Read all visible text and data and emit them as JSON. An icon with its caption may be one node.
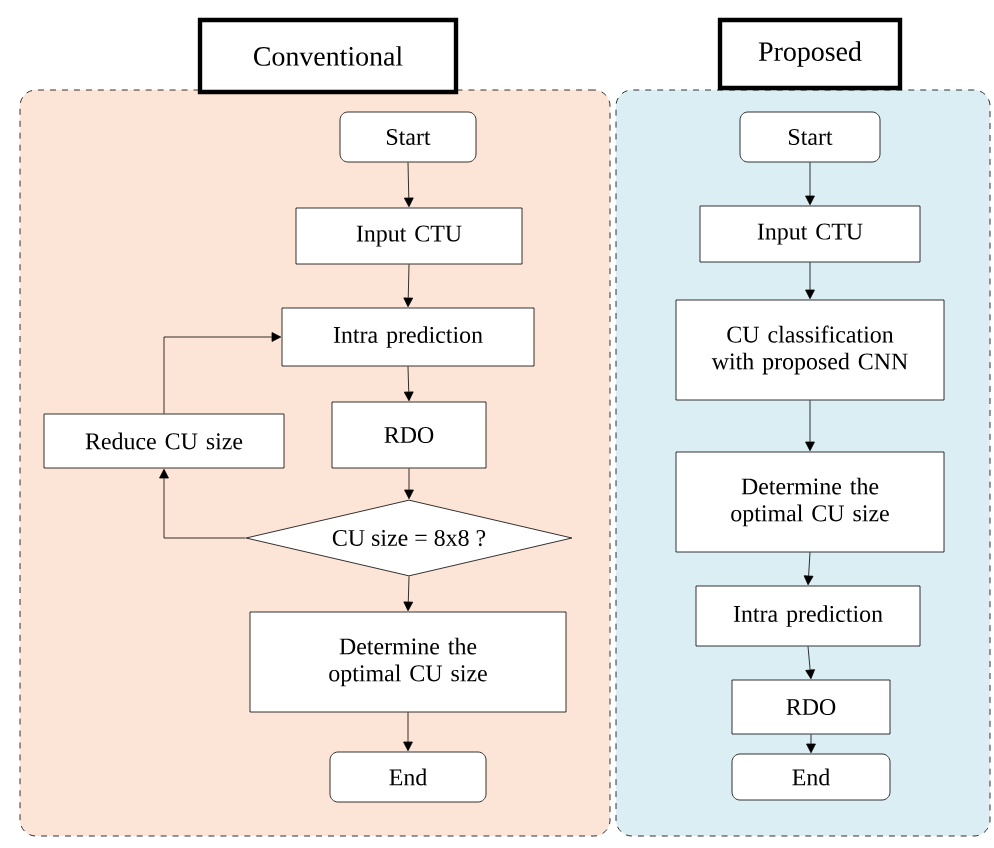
{
  "diagram": {
    "nodes": [
      {
        "text": [],
        "shape": "box"
      },
      {
        "text": [
          "Conventional"
        ]
      },
      {
        "text": [
          "Start"
        ],
        "in": 0
      },
      {
        "text": [
          "Input CTU"
        ],
        "in": 0
      },
      {
        "text": [
          "Intra prediction"
        ],
        "in": 0
      },
      {
        "text": [
          "Reduce CU size"
        ],
        "in": 0
      },
      {
        "text": [
          "RDO"
        ],
        "in": 0
      },
      {
        "text": [
          "CU size = 8x8 ?"
        ],
        "in": 0
      },
      {
        "text": [
          "Determine the optimal CU size"
        ],
        "in": 0
      },
      {
        "text": [
          "End"
        ],
        "in": 0
      },
      {
        "text": [],
        "shape": "box"
      },
      {
        "text": [
          "Proposed"
        ]
      },
      {
        "text": [
          "Start"
        ],
        "in": 10
      },
      {
        "text": [
          "Input CTU"
        ],
        "in": 10
      },
      {
        "text": [
          "CU classification with proposed CNN"
        ],
        "in": 10
      },
      {
        "text": [
          "Determine the optimal CU size"
        ],
        "in": 10
      },
      {
        "text": [
          "Intra prediction"
        ],
        "in": 10
      },
      {
        "text": [
          "RDO"
        ],
        "in": 10
      },
      {
        "text": [
          "End"
        ],
        "in": 10
      }
    ],
    "edges": [
      {
        "from": 2,
        "to": 3,
        "arrow": "to"
      },
      {
        "from": 3,
        "to": 4,
        "arrow": "to"
      },
      {
        "from": 4,
        "to": 6,
        "arrow": "to"
      },
      {
        "from": 6,
        "to": 7,
        "arrow": "to"
      },
      {
        "from": 7,
        "to": 5,
        "arrow": "to"
      },
      {
        "from": 5,
        "to": 4,
        "arrow": "to"
      },
      {
        "from": 7,
        "to": 8,
        "arrow": "to"
      },
      {
        "from": 8,
        "to": 9,
        "arrow": "to"
      },
      {
        "from": 12,
        "to": 13,
        "arrow": "to"
      },
      {
        "from": 13,
        "to": 14,
        "arrow": "to"
      },
      {
        "from": 14,
        "to": 15,
        "arrow": "to"
      },
      {
        "from": 15,
        "to": 16,
        "arrow": "to"
      },
      {
        "from": 16,
        "to": 17,
        "arrow": "to"
      },
      {
        "from": 17,
        "to": 18,
        "arrow": "to"
      }
    ]
  }
}
